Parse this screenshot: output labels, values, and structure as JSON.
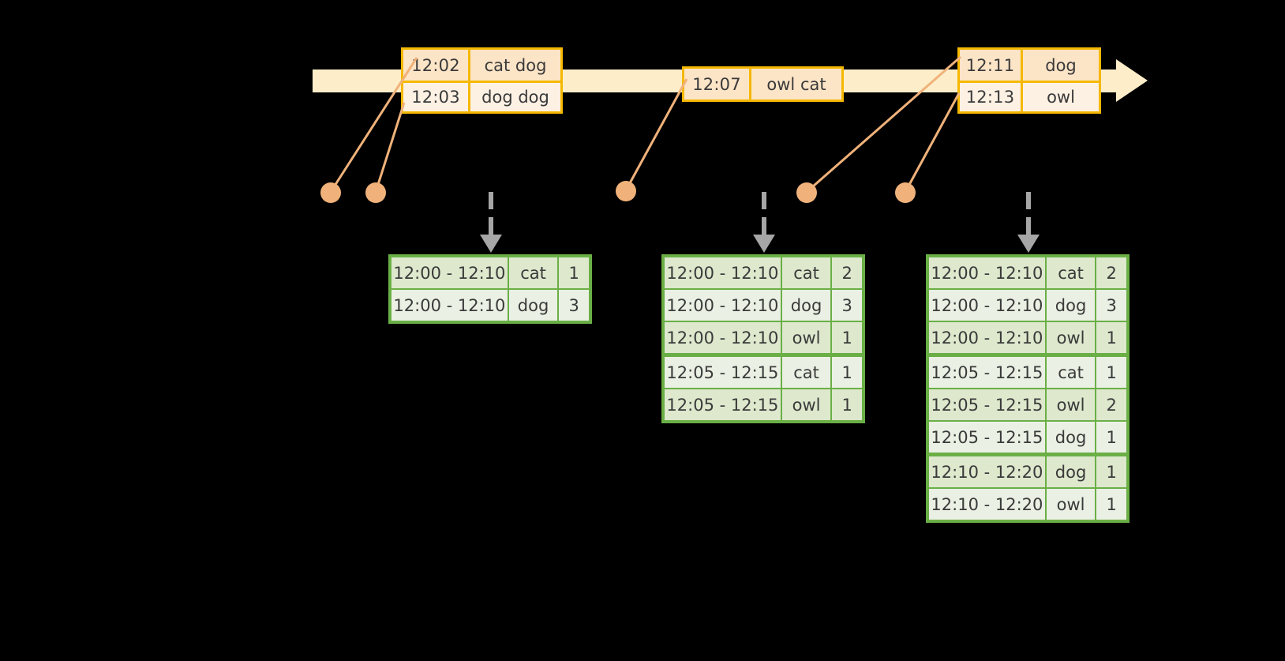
{
  "timeline": {
    "bar_color": "#fdeec9",
    "border_color": "#f5b800",
    "event_groups": [
      {
        "name": "event-group-1",
        "rows": [
          {
            "time": "12:02",
            "words": "cat dog"
          },
          {
            "time": "12:03",
            "words": "dog dog"
          }
        ]
      },
      {
        "name": "event-group-2",
        "rows": [
          {
            "time": "12:07",
            "words": "owl cat"
          }
        ]
      },
      {
        "name": "event-group-3",
        "rows": [
          {
            "time": "12:11",
            "words": "dog"
          },
          {
            "time": "12:13",
            "words": "owl"
          }
        ]
      }
    ]
  },
  "connector_dot_color": "#f0b27a",
  "arrow_color": "#a6a6a6",
  "tables": [
    {
      "name": "result-table-1",
      "accent": "#6aaf46",
      "rows": [
        {
          "window": "12:00 - 12:10",
          "word": "cat",
          "count": "1",
          "new_group": false
        },
        {
          "window": "12:00 - 12:10",
          "word": "dog",
          "count": "3",
          "new_group": false
        }
      ]
    },
    {
      "name": "result-table-2",
      "accent": "#6aaf46",
      "rows": [
        {
          "window": "12:00 - 12:10",
          "word": "cat",
          "count": "2",
          "new_group": false
        },
        {
          "window": "12:00 - 12:10",
          "word": "dog",
          "count": "3",
          "new_group": false
        },
        {
          "window": "12:00 - 12:10",
          "word": "owl",
          "count": "1",
          "new_group": false
        },
        {
          "window": "12:05 - 12:15",
          "word": "cat",
          "count": "1",
          "new_group": true
        },
        {
          "window": "12:05 - 12:15",
          "word": "owl",
          "count": "1",
          "new_group": false
        }
      ]
    },
    {
      "name": "result-table-3",
      "accent": "#6aaf46",
      "rows": [
        {
          "window": "12:00 - 12:10",
          "word": "cat",
          "count": "2",
          "new_group": false
        },
        {
          "window": "12:00 - 12:10",
          "word": "dog",
          "count": "3",
          "new_group": false
        },
        {
          "window": "12:00 - 12:10",
          "word": "owl",
          "count": "1",
          "new_group": false
        },
        {
          "window": "12:05 - 12:15",
          "word": "cat",
          "count": "1",
          "new_group": true
        },
        {
          "window": "12:05 - 12:15",
          "word": "owl",
          "count": "2",
          "new_group": false
        },
        {
          "window": "12:05 - 12:15",
          "word": "dog",
          "count": "1",
          "new_group": false
        },
        {
          "window": "12:10 - 12:20",
          "word": "dog",
          "count": "1",
          "new_group": true
        },
        {
          "window": "12:10 - 12:20",
          "word": "owl",
          "count": "1",
          "new_group": false
        }
      ]
    }
  ]
}
